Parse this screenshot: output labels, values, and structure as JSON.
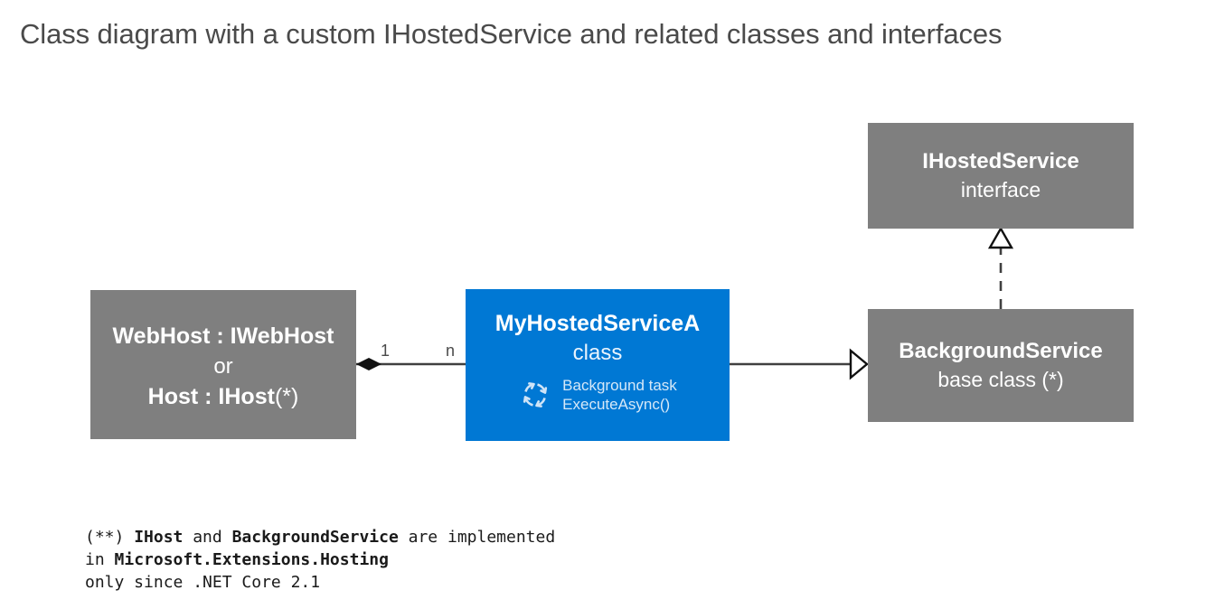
{
  "title": "Class diagram with a custom IHostedService and related classes and interfaces",
  "colors": {
    "node_gray": "#7f7f7f",
    "node_accent": "#0078d4",
    "connector": "#404040",
    "title_text": "#4a4a4a",
    "node_text": "#ffffff",
    "detail_text": "#d6e8f8",
    "background": "#ffffff"
  },
  "nodes": {
    "webhost": {
      "line1": "WebHost : IWebHost",
      "line2": "or",
      "line3_bold": "Host : IHost",
      "line3_note": "(*)",
      "fill": "#7f7f7f"
    },
    "myhostedservice": {
      "title": "MyHostedServiceA",
      "stereotype": "class",
      "icon": "cycle-icon",
      "detail_line1": "Background task",
      "detail_line2": "ExecuteAsync()",
      "fill": "#0078d4"
    },
    "ihostedservice": {
      "title": "IHostedService",
      "stereotype": "interface",
      "fill": "#7f7f7f"
    },
    "backgroundservice": {
      "title": "BackgroundService",
      "stereotype": "base class (*)",
      "fill": "#7f7f7f"
    }
  },
  "connectors": {
    "composition": {
      "from": "webhost",
      "to": "myhostedservice",
      "style": "solid",
      "source_decoration": "filled-diamond",
      "source_multiplicity": "1",
      "target_multiplicity": "n"
    },
    "generalization": {
      "from": "myhostedservice",
      "to": "backgroundservice",
      "style": "solid",
      "target_decoration": "hollow-triangle"
    },
    "realization": {
      "from": "backgroundservice",
      "to": "ihostedservice",
      "style": "dashed",
      "target_decoration": "hollow-triangle"
    }
  },
  "footnote": {
    "line1_prefix": "(**) ",
    "line1_bold1": "IHost",
    "line1_mid": " and ",
    "line1_bold2": "BackgroundService",
    "line1_suffix": " are implemented",
    "line2_prefix": "in ",
    "line2_bold": "Microsoft.Extensions.Hosting",
    "line3": "only since .NET Core 2.1"
  }
}
